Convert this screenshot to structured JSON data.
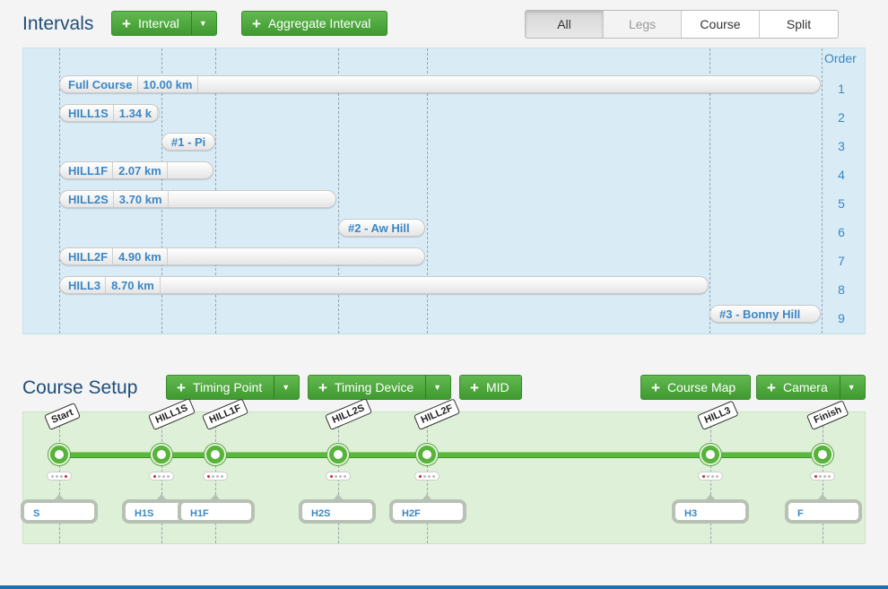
{
  "intervals": {
    "title": "Intervals",
    "add_interval_label": "Interval",
    "add_aggregate_label": "Aggregate Interval",
    "filters": [
      "All",
      "Legs",
      "Course",
      "Split"
    ],
    "order_header": "Order",
    "rows": [
      {
        "order": "1",
        "name": "Full Course",
        "distance": "10.00 km"
      },
      {
        "order": "2",
        "name": "HILL1S",
        "distance": "1.34 k"
      },
      {
        "order": "3",
        "name": "#1 - Pi",
        "distance": ""
      },
      {
        "order": "4",
        "name": "HILL1F",
        "distance": "2.07 km"
      },
      {
        "order": "5",
        "name": "HILL2S",
        "distance": "3.70 km"
      },
      {
        "order": "6",
        "name": "#2 - Aw Hill",
        "distance": ""
      },
      {
        "order": "7",
        "name": "HILL2F",
        "distance": "4.90 km"
      },
      {
        "order": "8",
        "name": "HILL3",
        "distance": "8.70 km"
      },
      {
        "order": "9",
        "name": "#3 - Bonny Hill",
        "distance": ""
      }
    ]
  },
  "course_setup": {
    "title": "Course Setup",
    "timing_point_label": "Timing Point",
    "timing_device_label": "Timing Device",
    "mid_label": "MID",
    "course_map_label": "Course Map",
    "camera_label": "Camera",
    "points": [
      {
        "label": "Start",
        "device": "S"
      },
      {
        "label": "HILL1S",
        "device": "H1S"
      },
      {
        "label": "HILL1F",
        "device": "H1F"
      },
      {
        "label": "HILL2S",
        "device": "H2S"
      },
      {
        "label": "HILL2F",
        "device": "H2F"
      },
      {
        "label": "HILL3",
        "device": "H3"
      },
      {
        "label": "Finish",
        "device": "F"
      }
    ]
  },
  "colors": {
    "accent": "#3a87c6",
    "button_green": "#4fa83e",
    "title": "#1f4e79"
  }
}
